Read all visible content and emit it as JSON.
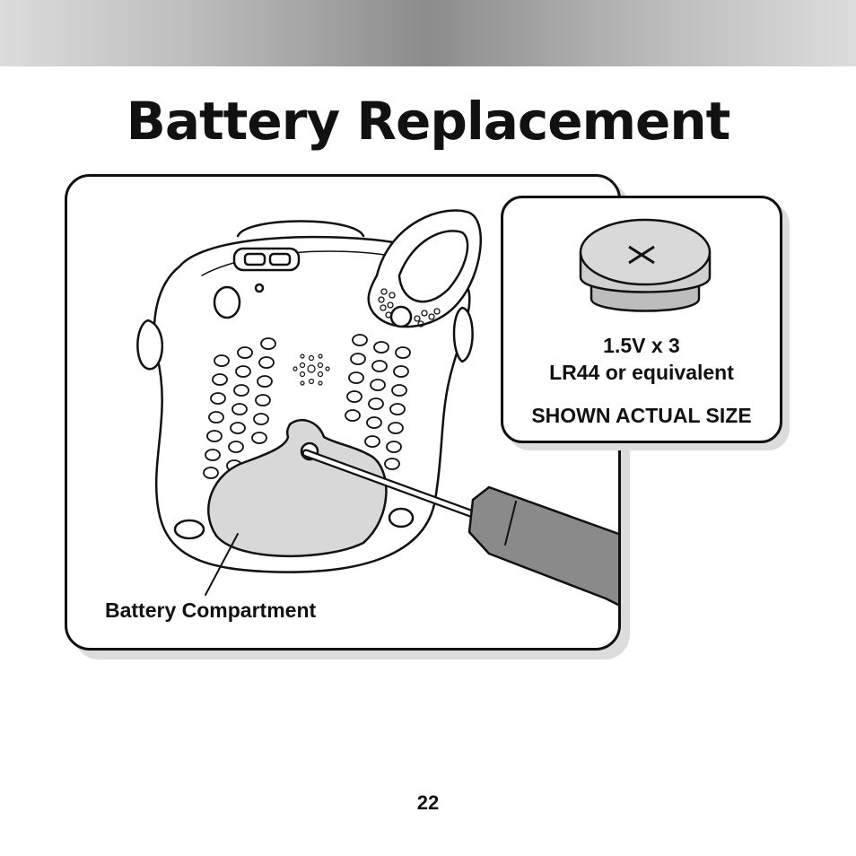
{
  "page": {
    "title": "Battery Replacement",
    "page_number": "22"
  },
  "illustration": {
    "caption": "Battery Compartment"
  },
  "battery_info": {
    "line1": "1.5V x 3",
    "line2": "LR44 or equivalent",
    "line3": "SHOWN ACTUAL SIZE"
  },
  "colors": {
    "compartment_fill": "#d8d8d8",
    "screwdriver_handle": "#8a8a8a",
    "battery_fill": "#cfcfcf",
    "outline": "#111111"
  }
}
